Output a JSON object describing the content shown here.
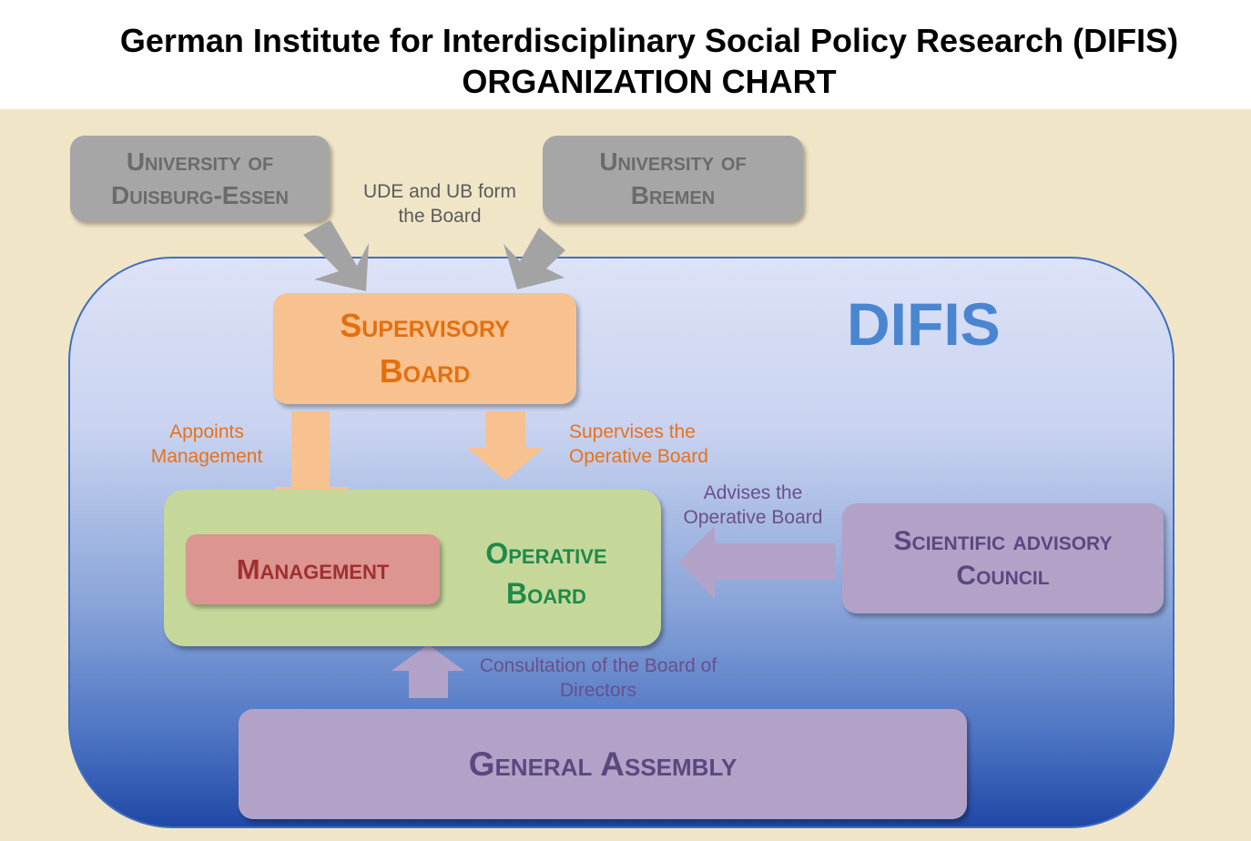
{
  "title": {
    "line1": "German Institute for Interdisciplinary Social Policy Research (DIFIS)",
    "line2": "ORGANIZATION CHART"
  },
  "nodes": {
    "ude": "University of Duisburg-Essen",
    "ub": "University of Bremen",
    "supervisory_board": "Supervisory Board",
    "difis": "DIFIS",
    "operative_board": "Operative Board",
    "management": "Management",
    "scientific_advisory_council": "Scientific advisory Council",
    "general_assembly": "General Assembly"
  },
  "edges": {
    "form_board": "UDE and UB form the  Board",
    "appoints": "Appoints Management",
    "supervises": "Supervises the Operative Board",
    "advises": "Advises the Operative Board",
    "consultation": "Consultation of the Board of Directors"
  },
  "colors": {
    "background": "#f1e5c8",
    "difis": "#4a86d0",
    "supervisory": "#f8c190",
    "operative": "#c5d89a",
    "management": "#dc9591",
    "purple": "#b3a2c8"
  }
}
